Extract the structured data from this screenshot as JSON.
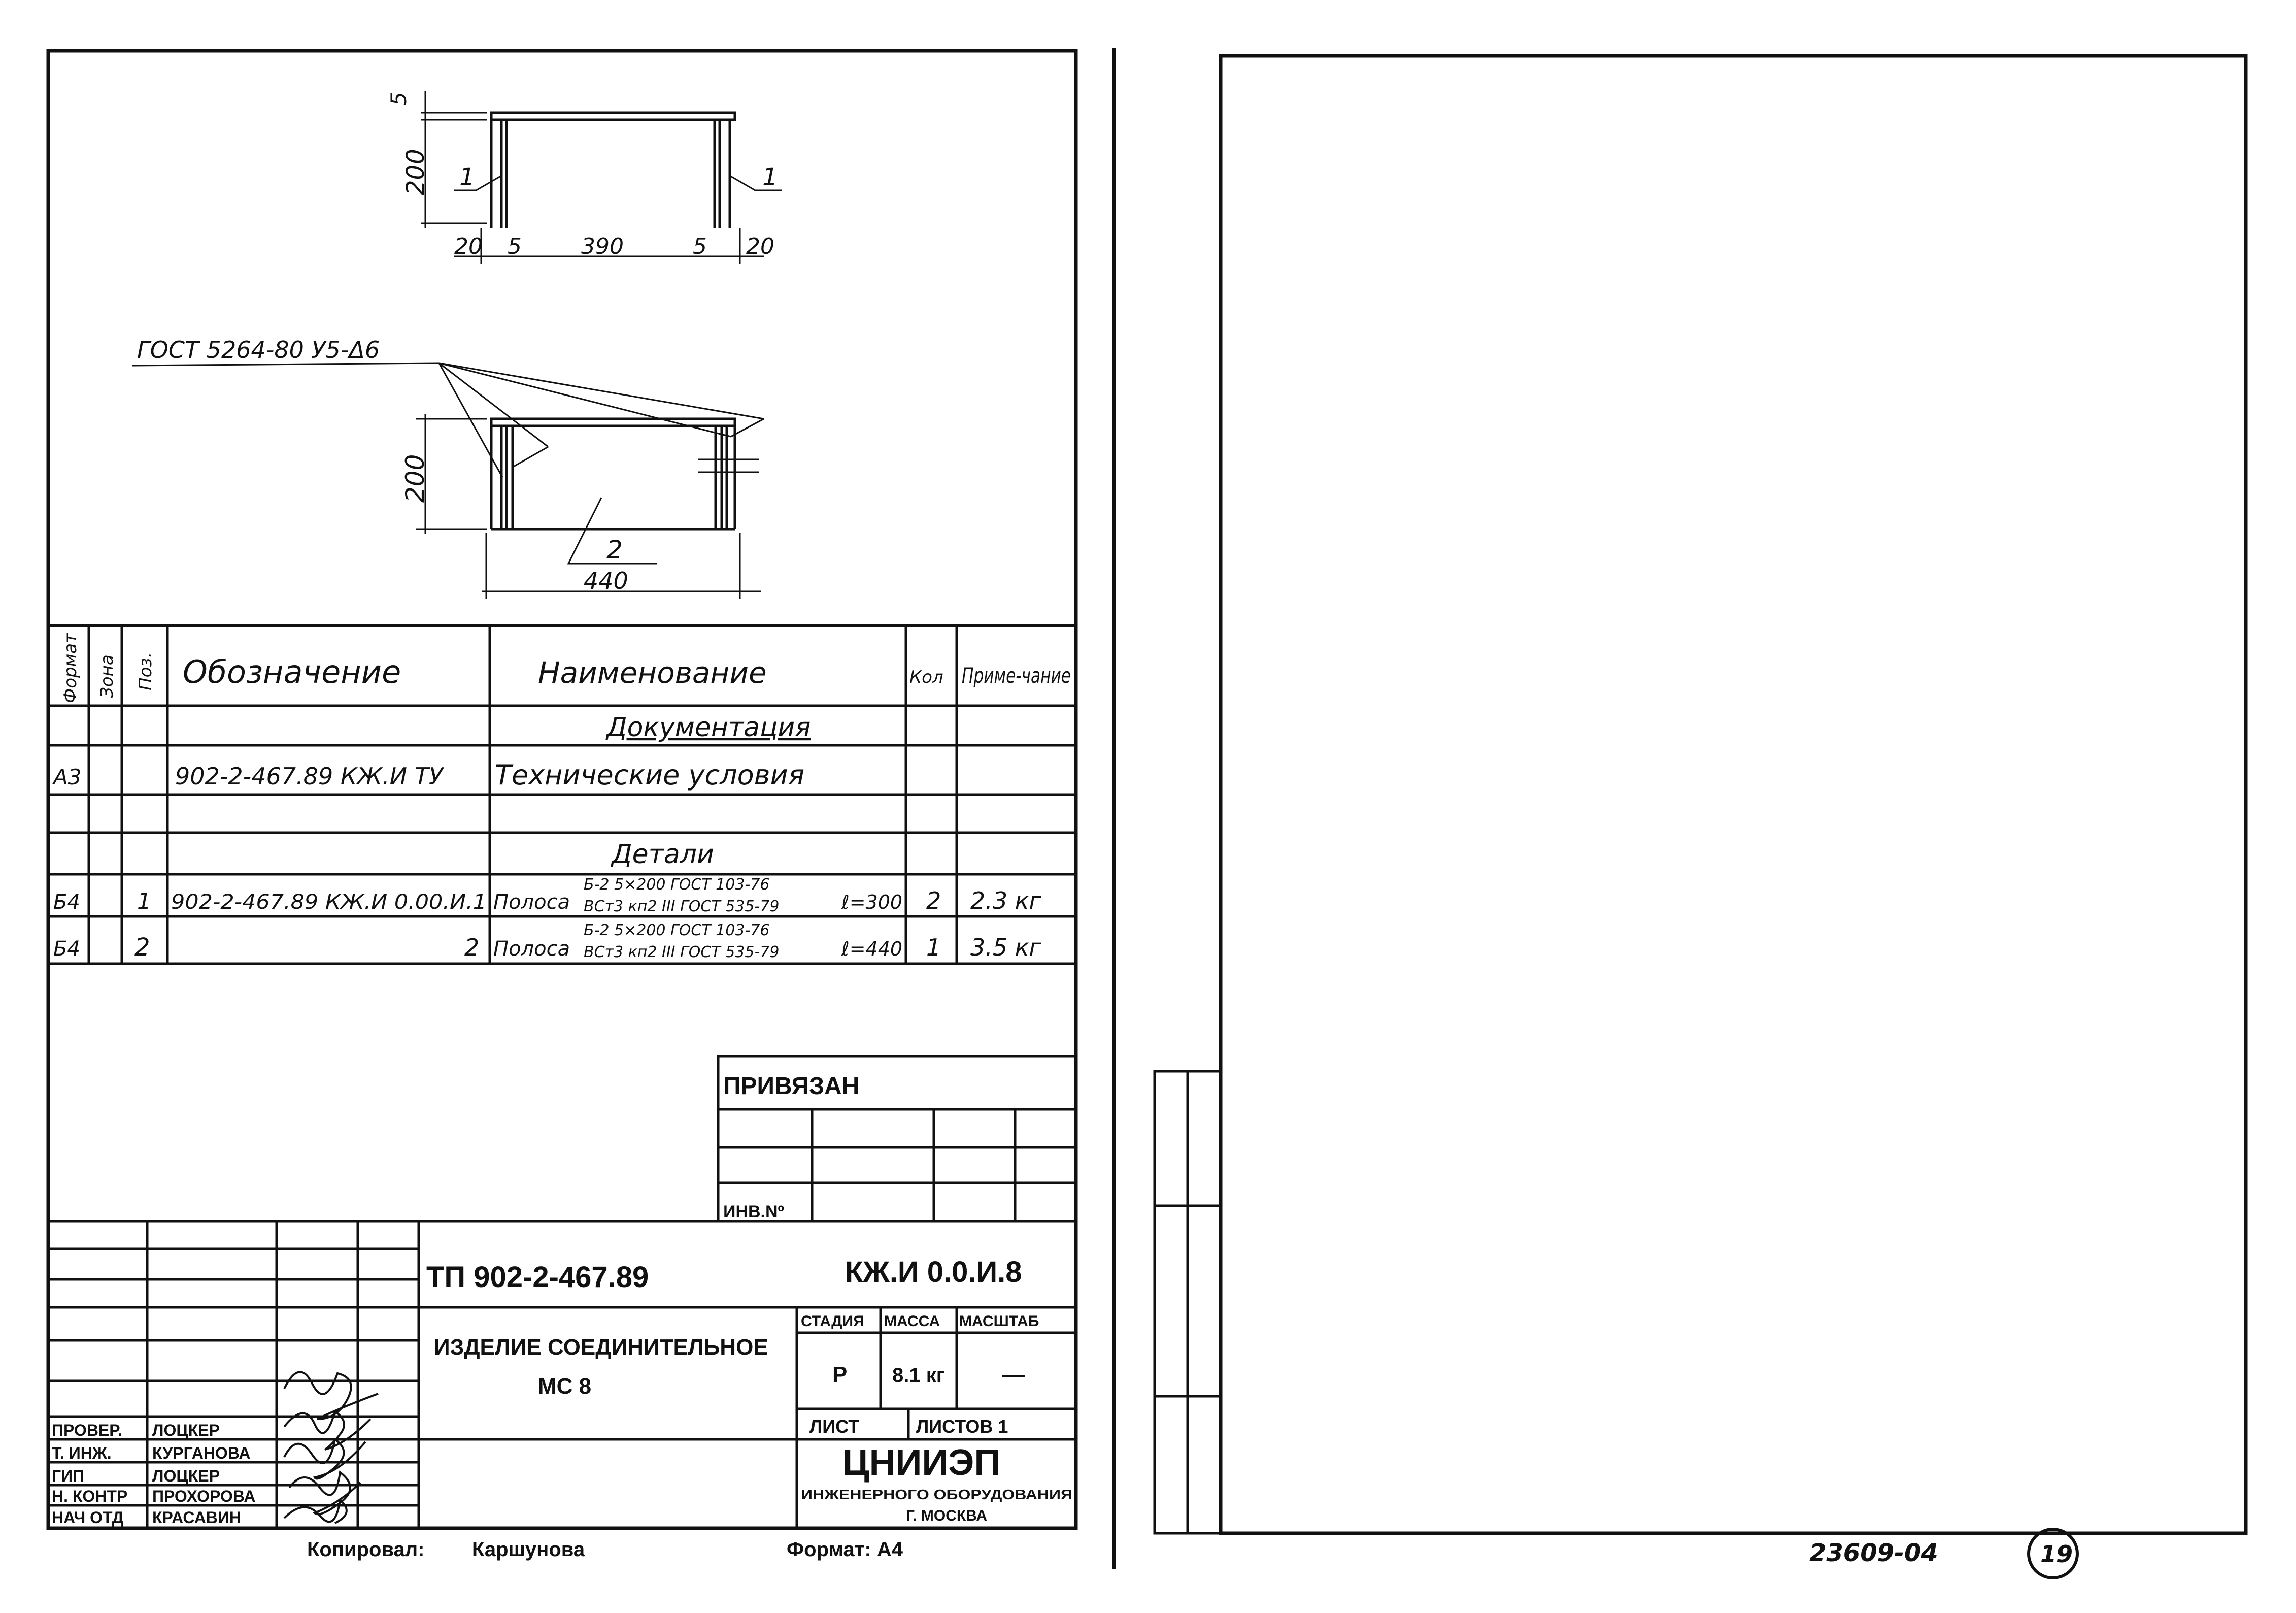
{
  "drawing": {
    "dims_top": {
      "left_strip": "5",
      "left_height": "200",
      "left_margin": "20",
      "left_thickness": "5",
      "span": "390",
      "right_thickness": "5",
      "right_margin": "20"
    },
    "leader_top_left": "1",
    "leader_top_right": "1",
    "weld_note": "ГОСТ 5264-80 У5-Δ6",
    "dims_bottom": {
      "height": "200",
      "width": "440"
    },
    "leader_bottom": "2"
  },
  "spec_table": {
    "headers": {
      "format": "Формат",
      "zone": "Зона",
      "pos": "Поз.",
      "designation": "Обозначение",
      "name": "Наименование",
      "qty": "Кол",
      "note": "Приме-чание"
    },
    "section_docs": "Документация",
    "section_parts": "Детали",
    "rows": [
      {
        "format": "А3",
        "zone": "",
        "pos": "",
        "designation": "902-2-467.89   КЖ.И ТУ",
        "name": "Технические условия",
        "qty": "",
        "note": ""
      },
      {
        "format": "Б4",
        "zone": "",
        "pos": "1",
        "designation": "902-2-467.89 КЖ.И 0.00.И.1",
        "name": "Полоса",
        "name_top": "Б-2 5×200 ГОСТ 103-76",
        "name_bottom": "ВСт3 кп2 III ГОСТ 535-79",
        "length": "ℓ=300",
        "qty": "2",
        "note": "2.3 кг"
      },
      {
        "format": "Б4",
        "zone": "",
        "pos": "2",
        "designation": "2",
        "name": "Полоса",
        "name_top": "Б-2 5×200 ГОСТ 103-76",
        "name_bottom": "ВСт3 кп2 III ГОСТ 535-79",
        "length": "ℓ=440",
        "qty": "1",
        "note": "3.5 кг"
      }
    ]
  },
  "privyazan": {
    "title": "ПРИВЯЗАН",
    "inv_label": "ИНВ.Nº"
  },
  "title_block": {
    "project_code": "ТП 902-2-467.89",
    "doc_code": "КЖ.И 0.0.И.8",
    "item_name_line1": "ИЗДЕЛИЕ СОЕДИНИТЕЛЬНОЕ",
    "item_name_line2": "МС 8",
    "stage_label": "СТАДИЯ",
    "mass_label": "МАССА",
    "scale_label": "МАСШТАБ",
    "stage_value": "Р",
    "mass_value": "8.1 кг",
    "scale_value": "—",
    "sheet_label": "ЛИСТ",
    "sheets_label": "ЛИСТОВ 1",
    "org_name": "ЦНИИЭП",
    "org_line2": "ИНЖЕНЕРНОГО ОБОРУДОВАНИЯ",
    "org_line3": "Г. МОСКВА",
    "roles": [
      {
        "role": "ПРОВЕР.",
        "name": "ЛОЦКЕР"
      },
      {
        "role": "Т. ИНЖ.",
        "name": "КУРГАНОВА"
      },
      {
        "role": "ГИП",
        "name": "ЛОЦКЕР"
      },
      {
        "role": "Н. КОНТР",
        "name": "ПРОХОРОВА"
      },
      {
        "role": "НАЧ ОТД",
        "name": "КРАСАВИН"
      }
    ]
  },
  "footer": {
    "copied": "Копировал:",
    "copier": "Каршунова",
    "format": "Формат: А4"
  },
  "right_sheet": {
    "archive_code": "23609-04",
    "page_number": "19"
  }
}
